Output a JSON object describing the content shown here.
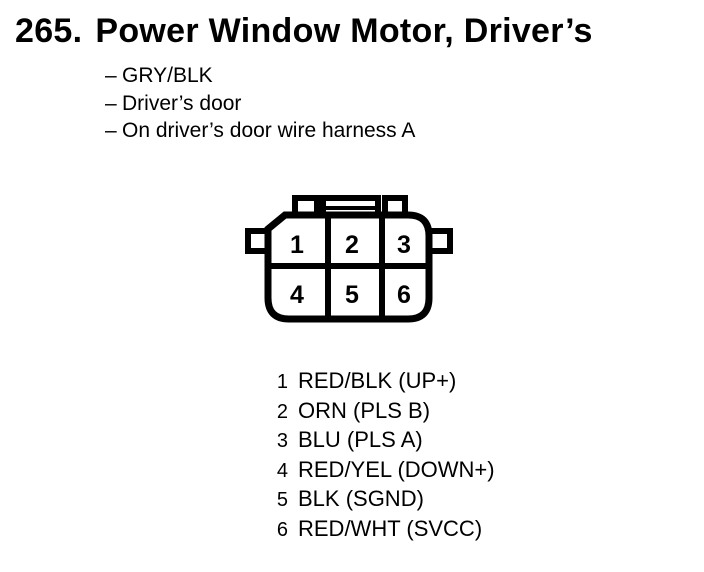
{
  "title": {
    "number": "265.",
    "text": "Power Window Motor, Driver’s"
  },
  "details": {
    "marker": "–",
    "items": [
      "GRY/BLK",
      "Driver’s door",
      "On driver’s door wire harness A"
    ]
  },
  "connector": {
    "description": "6-pin connector, front view, 2 rows of 3 cavities",
    "pins": [
      "1",
      "2",
      "3",
      "4",
      "5",
      "6"
    ]
  },
  "pinout": [
    {
      "pin": "1",
      "label": "RED/BLK (UP+)"
    },
    {
      "pin": "2",
      "label": "ORN (PLS B)"
    },
    {
      "pin": "3",
      "label": "BLU (PLS A)"
    },
    {
      "pin": "4",
      "label": "RED/YEL (DOWN+)"
    },
    {
      "pin": "5",
      "label": "BLK (SGND)"
    },
    {
      "pin": "6",
      "label": "RED/WHT (SVCC)"
    }
  ],
  "colors": {
    "ink": "#000000",
    "paper": "#ffffff"
  }
}
